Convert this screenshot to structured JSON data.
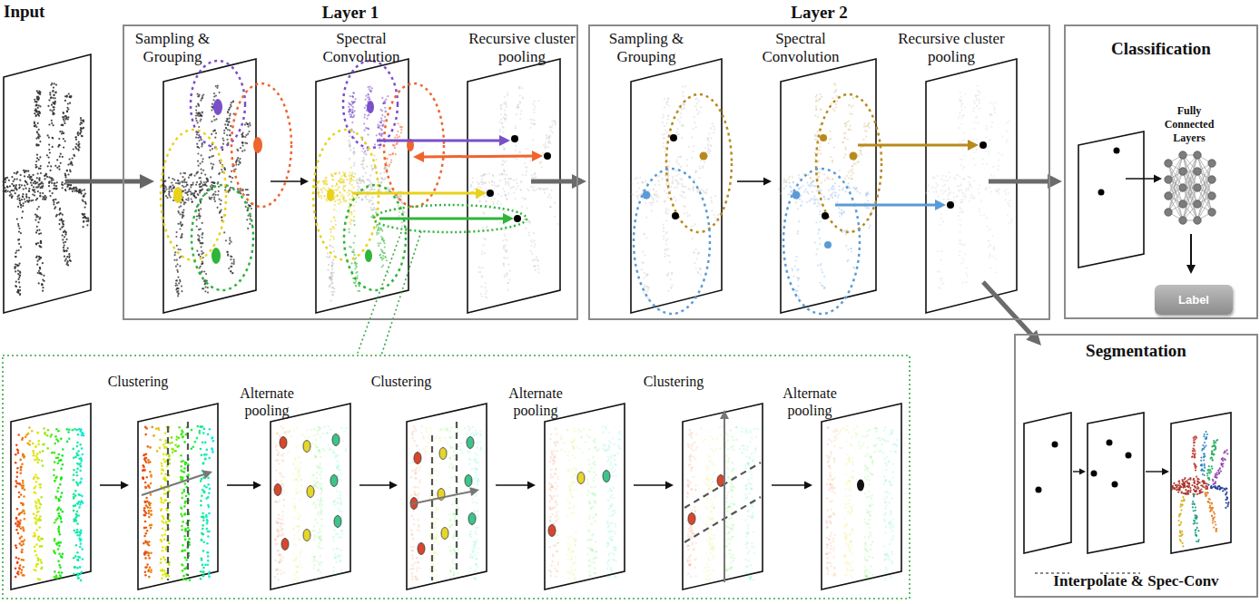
{
  "diagram": {
    "nodes": [
      {
        "text": [
          "Layer 1"
        ]
      },
      {
        "text": [
          "Layer 2"
        ]
      },
      {
        "text": [
          "Classification"
        ]
      },
      {
        "text": [
          "Label"
        ],
        "in": 2
      },
      {
        "text": [
          "Segmentation",
          "Interpolate & Spec-Conv"
        ]
      }
    ],
    "edges": [
      {
        "from": 0,
        "to": 1,
        "arrow": "to"
      },
      {
        "from": 1,
        "to": 2,
        "arrow": "to"
      },
      {
        "from": 1,
        "to": 4,
        "arrow": "to"
      }
    ],
    "labels": [
      "Input",
      "Sampling & Grouping",
      "Spectral Convolution",
      "Recursive cluster pooling",
      "Sampling & Grouping",
      "Spectral Convolution",
      "Recursive cluster pooling",
      "Fully Connected Layers",
      "Clustering",
      "Alternate pooling",
      "Clustering",
      "Alternate pooling",
      "Clustering",
      "Alternate pooling"
    ]
  }
}
